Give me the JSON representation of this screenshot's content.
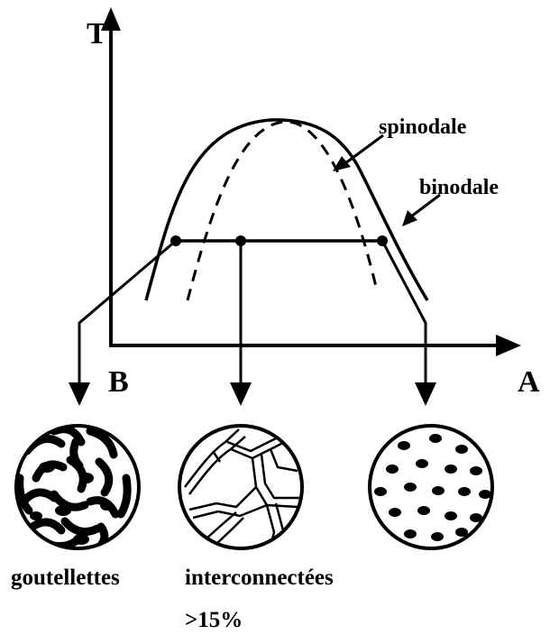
{
  "diagram": {
    "axes": {
      "y_label": "T",
      "x_start_label": "B",
      "x_end_label": "A"
    },
    "curves": {
      "spinodal_label": "spinodale",
      "binodal_label": "binodale"
    },
    "morphologies": [
      {
        "label": "goutellettes",
        "sublabel": ""
      },
      {
        "label": "interconnectées",
        "sublabel": ">15%"
      },
      {
        "label": "",
        "sublabel": ""
      }
    ],
    "colors": {
      "ink": "#000000",
      "background": "#ffffff"
    }
  }
}
